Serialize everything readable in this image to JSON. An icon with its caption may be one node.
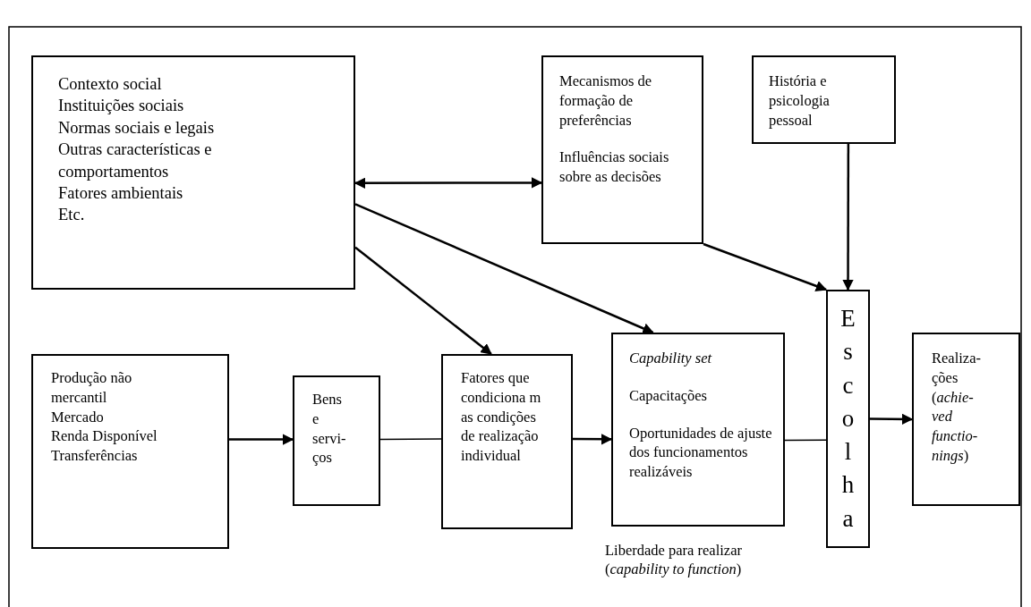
{
  "diagram": {
    "nodes": [
      {
        "text": [
          "Contexto social",
          "Instituições sociais",
          "Normas sociais e legais",
          "Outras características e comportamentos",
          "Fatores ambientais",
          "Etc."
        ]
      },
      {
        "text": [
          "Mecanismos de formação de preferências",
          "Influências sociais sobre as decisões"
        ]
      },
      {
        "text": [
          "História e psicologia pessoal"
        ]
      },
      {
        "text": [
          "Produção não mercantil",
          "Mercado",
          "Renda Disponível",
          "Transferências"
        ]
      },
      {
        "text": [
          "Bens e servi- ços"
        ]
      },
      {
        "text": [
          "Fatores que condiciona m as condições de realização individual"
        ]
      },
      {
        "text": [
          "Capability set",
          "Capacitações",
          "Oportunidades de ajuste dos funcionamentos realizáveis"
        ],
        "beside": [
          "Liberdade para realizar (*capability to function*)"
        ]
      },
      {
        "text": [
          "Escolha"
        ]
      },
      {
        "text": [
          "Realiza- ções (*achie- ved functio- nings*)"
        ]
      }
    ],
    "edges": [
      {
        "from": 0,
        "to": 1,
        "arrow": "both"
      },
      {
        "from": 0,
        "to": 5,
        "arrow": "to"
      },
      {
        "from": 0,
        "to": 6,
        "arrow": "to"
      },
      {
        "from": 1,
        "to": 7,
        "arrow": "to"
      },
      {
        "from": 2,
        "to": 7,
        "arrow": "to"
      },
      {
        "from": 3,
        "to": 4,
        "arrow": "to"
      },
      {
        "from": 4,
        "to": 5,
        "arrow": "none"
      },
      {
        "from": 5,
        "to": 6,
        "arrow": "to"
      },
      {
        "from": 6,
        "to": 7,
        "arrow": "none"
      },
      {
        "from": 7,
        "to": 8,
        "arrow": "to"
      }
    ]
  }
}
